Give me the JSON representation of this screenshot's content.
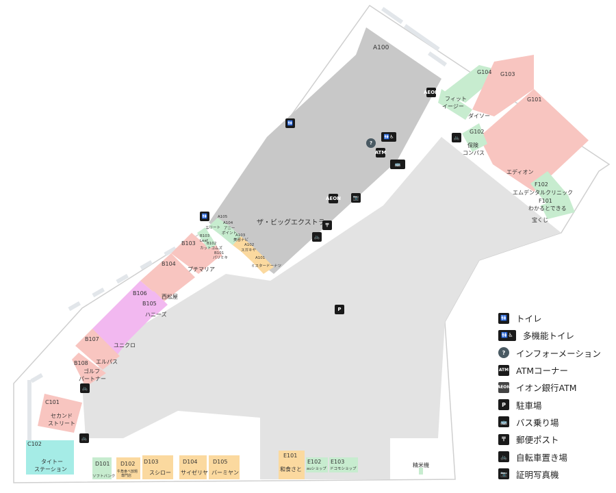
{
  "map": {
    "anchor_store": {
      "code": "A100",
      "name": "ザ・ビッグエクストラ"
    },
    "stores": [
      {
        "id": "g104",
        "code": "G104",
        "name": ""
      },
      {
        "id": "g103",
        "code": "G103",
        "name": "ダイソー"
      },
      {
        "id": "fit",
        "code": "",
        "name": "フィット\nイージー"
      },
      {
        "id": "g101",
        "code": "G101",
        "name": "エディオン"
      },
      {
        "id": "g102",
        "code": "G102",
        "name": "保険\nコンパス"
      },
      {
        "id": "f102",
        "code": "F102",
        "name": "エムデンタルクリニック"
      },
      {
        "id": "f101",
        "code": "F101",
        "name": "わかるとできる"
      },
      {
        "id": "takara",
        "code": "",
        "name": "宝くじ"
      },
      {
        "id": "a105",
        "code": "A105",
        "name": "エリート"
      },
      {
        "id": "a104",
        "code": "A104",
        "name": "アニー\nポイント"
      },
      {
        "id": "a103",
        "code": "A103",
        "name": "美容ナビ"
      },
      {
        "id": "a102",
        "code": "A102",
        "name": "スガキヤ"
      },
      {
        "id": "a101",
        "code": "A101",
        "name": "ミスタードーナツ"
      },
      {
        "id": "b103",
        "code": "B103",
        "name": "プチマリア"
      },
      {
        "id": "b103b",
        "code": "B103",
        "name": "Leaf"
      },
      {
        "id": "b102",
        "code": "B102",
        "name": "カットコムズ"
      },
      {
        "id": "b101",
        "code": "B101",
        "name": "パリミキ"
      },
      {
        "id": "b104",
        "code": "B104",
        "name": "西松屋"
      },
      {
        "id": "b106",
        "code": "B106",
        "name": "ユニクロ"
      },
      {
        "id": "b105",
        "code": "B105",
        "name": "ハニーズ"
      },
      {
        "id": "b107",
        "code": "B107",
        "name": "エルパス"
      },
      {
        "id": "b108",
        "code": "B108",
        "name": "ゴルフ\nパートナー"
      },
      {
        "id": "c101",
        "code": "C101",
        "name": "セカンド\nストリート"
      },
      {
        "id": "c102",
        "code": "C102",
        "name": "タイトー\nステーション"
      },
      {
        "id": "d101",
        "code": "D101",
        "name": "ソフトバンク"
      },
      {
        "id": "d102",
        "code": "D102",
        "name": "牛角食べ放題\n専門店"
      },
      {
        "id": "d103",
        "code": "D103",
        "name": "スシロー"
      },
      {
        "id": "d104",
        "code": "D104",
        "name": "サイゼリヤ"
      },
      {
        "id": "d105",
        "code": "D105",
        "name": "バーミヤン"
      },
      {
        "id": "e101",
        "code": "E101",
        "name": "和食さと"
      },
      {
        "id": "e102",
        "code": "E102",
        "name": "auショップ"
      },
      {
        "id": "e103",
        "code": "E103",
        "name": "ドコモショップ"
      },
      {
        "id": "rice",
        "code": "",
        "name": "精米機"
      }
    ],
    "colors": {
      "anchor": "#c8c8c8",
      "pink": "#f8c5c0",
      "green": "#c7eccf",
      "orange": "#fbd99f",
      "purple": "#f2b8f0",
      "cyan": "#a5ece6",
      "lot": "#e3e3e3"
    }
  },
  "legend": [
    {
      "icon": "toilet-icon",
      "glyph": "🚻",
      "label": "トイレ"
    },
    {
      "icon": "multipurpose-toilet-icon",
      "glyph": "🚻♿",
      "label": "多機能トイレ"
    },
    {
      "icon": "information-icon",
      "glyph": "?",
      "label": "インフォーメーション"
    },
    {
      "icon": "atm-icon",
      "glyph": "ATM",
      "label": "ATMコーナー"
    },
    {
      "icon": "aeon-bank-atm-icon",
      "glyph": "AEON",
      "label": "イオン銀行ATM"
    },
    {
      "icon": "parking-icon",
      "glyph": "P",
      "label": "駐車場"
    },
    {
      "icon": "bus-stop-icon",
      "glyph": "🚌",
      "label": "バス乗り場"
    },
    {
      "icon": "postbox-icon",
      "glyph": "〒",
      "label": "郵便ポスト"
    },
    {
      "icon": "bicycle-parking-icon",
      "glyph": "🚲",
      "label": "自転車置き場"
    },
    {
      "icon": "photo-booth-icon",
      "glyph": "📷",
      "label": "証明写真機"
    }
  ],
  "map_icons": {
    "parking": "P",
    "atm": "ATM",
    "info": "?",
    "post": "〒",
    "aeon": "AEON"
  }
}
